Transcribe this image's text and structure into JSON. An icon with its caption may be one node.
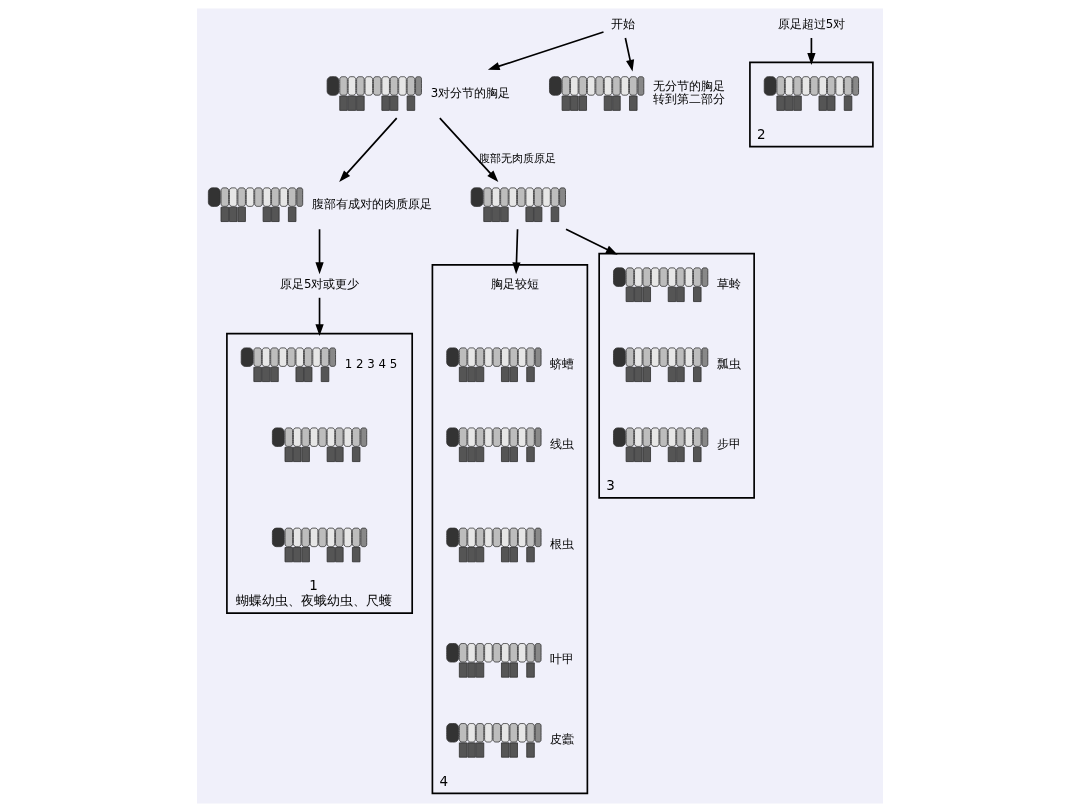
{
  "diagram": {
    "nodes": [
      {
        "text": [
          "开始"
        ]
      },
      {
        "text": [],
        "shape": "picture",
        "beside": [
          "3对分节的胸足"
        ]
      },
      {
        "text": [],
        "shape": "picture",
        "beside": [
          "无分节的胸足",
          "转到第二部分"
        ]
      },
      {
        "text": [],
        "shape": "picture",
        "beside": [
          "腹部有成对的肉质原足"
        ]
      },
      {
        "text": [
          "原足5对或更少"
        ]
      },
      {
        "text": [
          "原足超过5对"
        ]
      },
      {
        "text": [
          "1",
          "蝴蝶幼虫、夜蛾幼虫、尺蠖"
        ]
      },
      {
        "text": [],
        "shape": "picture",
        "in": 6,
        "beside": [
          "1 2 3 4 5"
        ]
      },
      {
        "text": [],
        "shape": "picture",
        "in": 6
      },
      {
        "text": [],
        "shape": "picture",
        "in": 6
      },
      {
        "text": [
          "2"
        ]
      },
      {
        "text": [],
        "shape": "picture",
        "in": 10
      },
      {
        "text": [],
        "shape": "picture"
      },
      {
        "text": [
          "3"
        ]
      },
      {
        "text": [],
        "shape": "picture",
        "in": 13,
        "beside": [
          "草蛉"
        ]
      },
      {
        "text": [],
        "shape": "picture",
        "in": 13,
        "beside": [
          "瓢虫"
        ]
      },
      {
        "text": [],
        "shape": "picture",
        "in": 13,
        "beside": [
          "步甲"
        ]
      },
      {
        "text": [
          "4"
        ]
      },
      {
        "text": [
          "胸足较短"
        ],
        "in": 17
      },
      {
        "text": [],
        "shape": "picture",
        "in": 17,
        "beside": [
          "蛴螬"
        ]
      },
      {
        "text": [],
        "shape": "picture",
        "in": 17,
        "beside": [
          "线虫"
        ]
      },
      {
        "text": [],
        "shape": "picture",
        "in": 17,
        "beside": [
          "根虫"
        ]
      },
      {
        "text": [],
        "shape": "picture",
        "in": 17,
        "beside": [
          "叶甲"
        ]
      },
      {
        "text": [],
        "shape": "picture",
        "in": 17,
        "beside": [
          "皮蠹"
        ]
      }
    ],
    "edges": [
      {
        "from": 0,
        "to": 1,
        "arrow": "to"
      },
      {
        "from": 0,
        "to": 2,
        "arrow": "to"
      },
      {
        "from": 1,
        "to": 3,
        "arrow": "to"
      },
      {
        "from": 3,
        "to": 4,
        "arrow": "to"
      },
      {
        "from": 4,
        "to": 6,
        "arrow": "to"
      },
      {
        "from": 5,
        "to": 10,
        "arrow": "to"
      },
      {
        "from": 1,
        "to": 12,
        "arrow": "to",
        "label": "腹部无肉质原足"
      },
      {
        "from": 12,
        "to": 18,
        "arrow": "to"
      },
      {
        "from": 12,
        "to": 13,
        "arrow": "to"
      }
    ]
  }
}
